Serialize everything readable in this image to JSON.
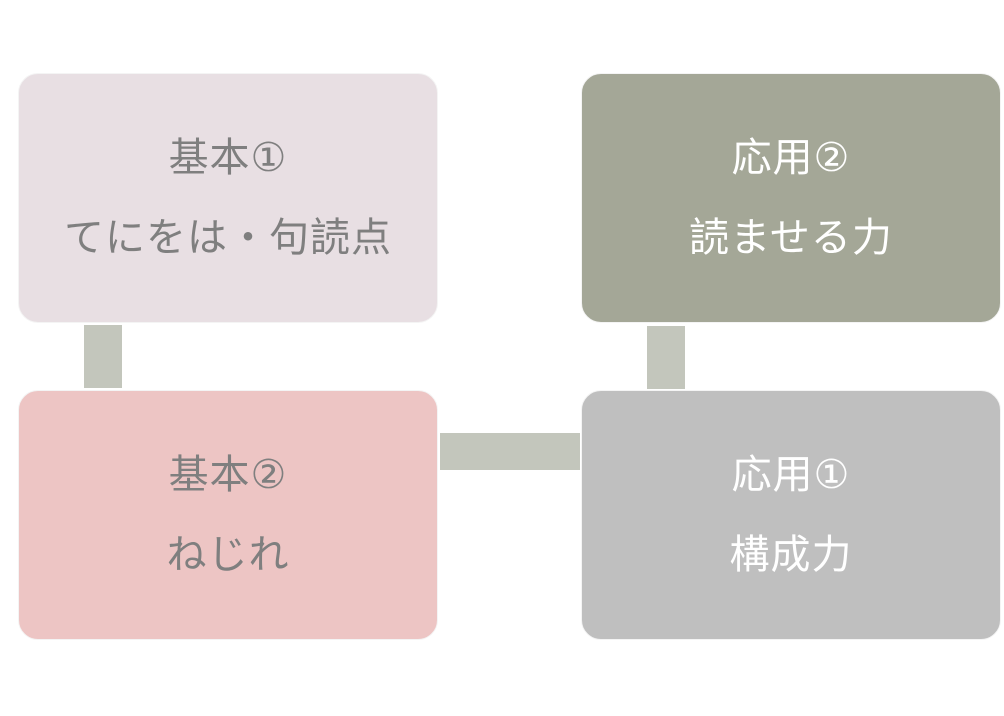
{
  "diagram": {
    "nodes": [
      {
        "id": "basic1",
        "lines": [
          "基本①",
          "てにをは・句読点"
        ],
        "fill": "#e8dfe3",
        "text_color": "#7f7f7f"
      },
      {
        "id": "basic2",
        "lines": [
          "基本②",
          "ねじれ"
        ],
        "fill": "#edc5c4",
        "text_color": "#7f7f7f"
      },
      {
        "id": "applied1",
        "lines": [
          "応用①",
          "構成力"
        ],
        "fill": "#bfbfbf",
        "text_color": "#ffffff"
      },
      {
        "id": "applied2",
        "lines": [
          "応用②",
          "読ませる力"
        ],
        "fill": "#a4a797",
        "text_color": "#ffffff"
      }
    ],
    "connectors": [
      {
        "from": "basic1",
        "to": "basic2"
      },
      {
        "from": "basic2",
        "to": "applied1"
      },
      {
        "from": "applied1",
        "to": "applied2"
      }
    ],
    "connector_color": "#c3c6bc"
  }
}
